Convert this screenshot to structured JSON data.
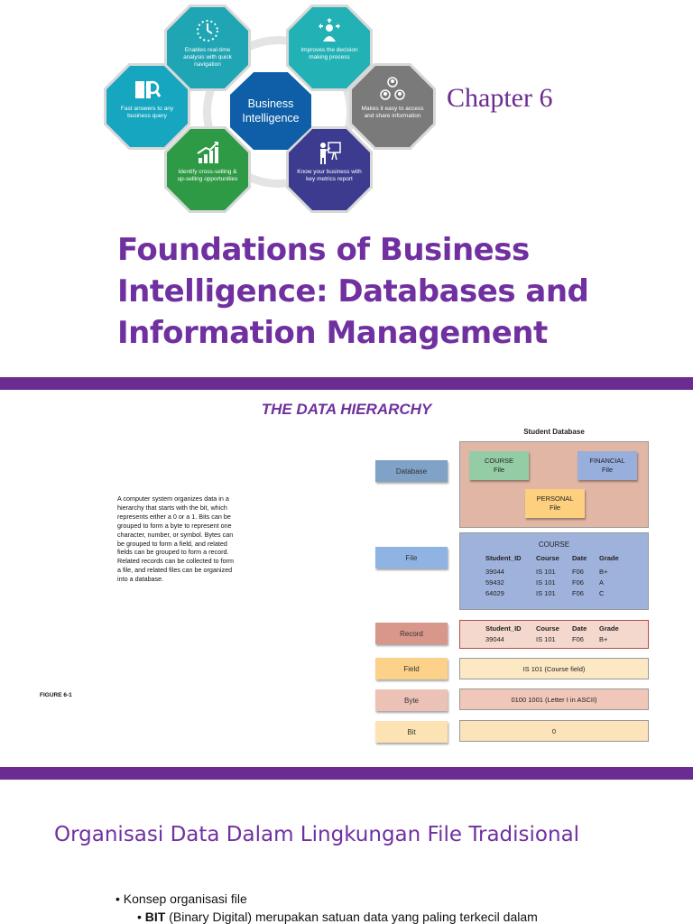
{
  "slide1": {
    "center_label_line1": "Business",
    "center_label_line2": "Intelligence",
    "chapter": "Chapter 6",
    "title": "Foundations of Business Intelligence: Databases and Information Management",
    "octagons": [
      {
        "caption": "Enables real-time analysis with quick navigation",
        "color": "#1fa5b3",
        "icon": "clock-icon"
      },
      {
        "caption": "Improves the decision making process",
        "color": "#22b2b5",
        "icon": "decision-person-icon"
      },
      {
        "caption": "Makes it easy to access and share information",
        "color": "#7a7a7a",
        "icon": "network-people-icon"
      },
      {
        "caption": "Know your business with key metrics report",
        "color": "#3c3b8f",
        "icon": "presenter-icon"
      },
      {
        "caption": "Identify cross-selling & up-selling opportunities",
        "color": "#2f9a45",
        "icon": "growth-chart-icon"
      },
      {
        "caption": "Fast answers to any business query",
        "color": "#17a6c0",
        "icon": "book-search-icon"
      }
    ]
  },
  "slide2": {
    "title": "THE DATA HIERARCHY",
    "description": "A computer system organizes data in a hierarchy that starts with the bit, which represents either a 0 or a 1. Bits can be grouped to form a byte to represent one character, number, or symbol. Bytes can be grouped to form a field, and related fields can be grouped to form a record. Related records can be collected to form a file, and related files can be organized into a database.",
    "figure": "FIGURE 6-1",
    "diagram": {
      "caption": "Student Database",
      "levels": [
        "Database",
        "File",
        "Record",
        "Field",
        "Byte",
        "Bit"
      ],
      "db_files": {
        "course_line1": "COURSE",
        "course_line2": "File",
        "financial_line1": "FINANCIAL",
        "financial_line2": "File",
        "personal_line1": "PERSONAL",
        "personal_line2": "File"
      },
      "file_title": "COURSE",
      "columns": [
        "Student_ID",
        "Course",
        "Date",
        "Grade"
      ],
      "rows": [
        [
          "39044",
          "IS 101",
          "F06",
          "B+"
        ],
        [
          "59432",
          "IS 101",
          "F06",
          "A"
        ],
        [
          "64029",
          "IS 101",
          "F06",
          "C"
        ]
      ],
      "record_row": [
        "39044",
        "IS 101",
        "F06",
        "B+"
      ],
      "field_value": "IS 101  (Course field)",
      "byte_value": "0100 1001  (Letter I in ASCII)",
      "bit_value": "0"
    }
  },
  "slide3": {
    "title": "Organisasi Data Dalam Lingkungan File Tradisional",
    "bullet1": "• Konsep organisasi file",
    "bullet2_bold": "BIT",
    "bullet2_rest": " (Binary Digital) merupakan satuan data yang paling terkecil dalam"
  }
}
